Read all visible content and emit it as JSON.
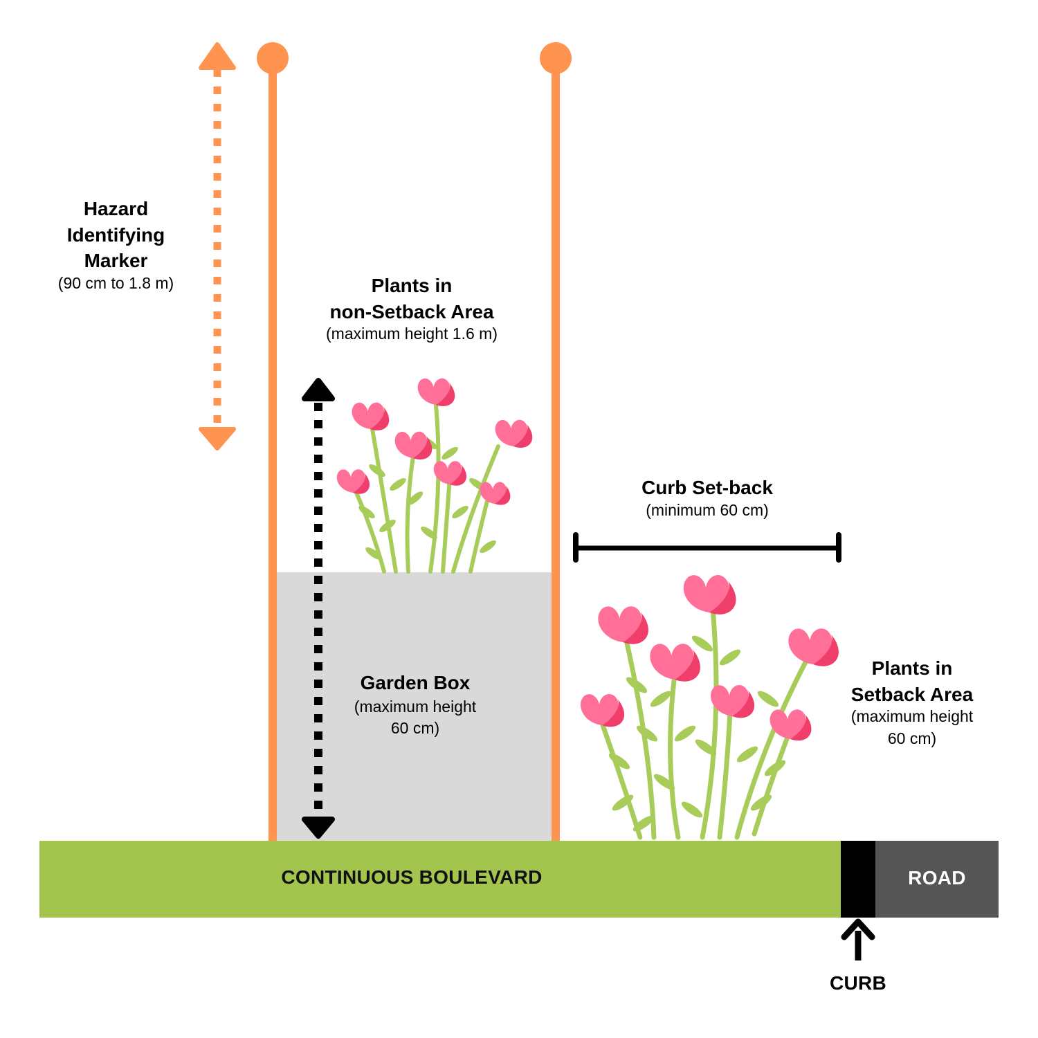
{
  "colors": {
    "marker_orange": "#FF9450",
    "boulevard_green": "#A3C54E",
    "road_gray": "#555555",
    "curb_black": "#000000",
    "garden_box_gray": "#D9D9D9",
    "petal_pink": "#FF6F97",
    "petal_dark": "#F03E6A",
    "stem_green": "#A8CC5A"
  },
  "hazard": {
    "title_lines": [
      "Hazard",
      "Identifying",
      "Marker"
    ],
    "range": "(90 cm to 1.8 m)"
  },
  "plants_non_setback": {
    "title_lines": [
      "Plants in",
      "non-Setback Area"
    ],
    "note": "(maximum height 1.6 m)"
  },
  "garden_box": {
    "title": "Garden Box",
    "note_lines": [
      "(maximum height",
      "60 cm)"
    ]
  },
  "curb_setback": {
    "title": "Curb Set-back",
    "note": "(minimum 60 cm)"
  },
  "plants_setback": {
    "title_lines": [
      "Plants in",
      "Setback Area"
    ],
    "note_lines": [
      "(maximum height",
      "60 cm)"
    ]
  },
  "ground": {
    "boulevard": "CONTINUOUS BOULEVARD",
    "road": "ROAD",
    "curb": "CURB"
  },
  "icons": [
    "dotted-double-arrow-icon",
    "flower-plant-icon",
    "up-arrow-icon"
  ]
}
